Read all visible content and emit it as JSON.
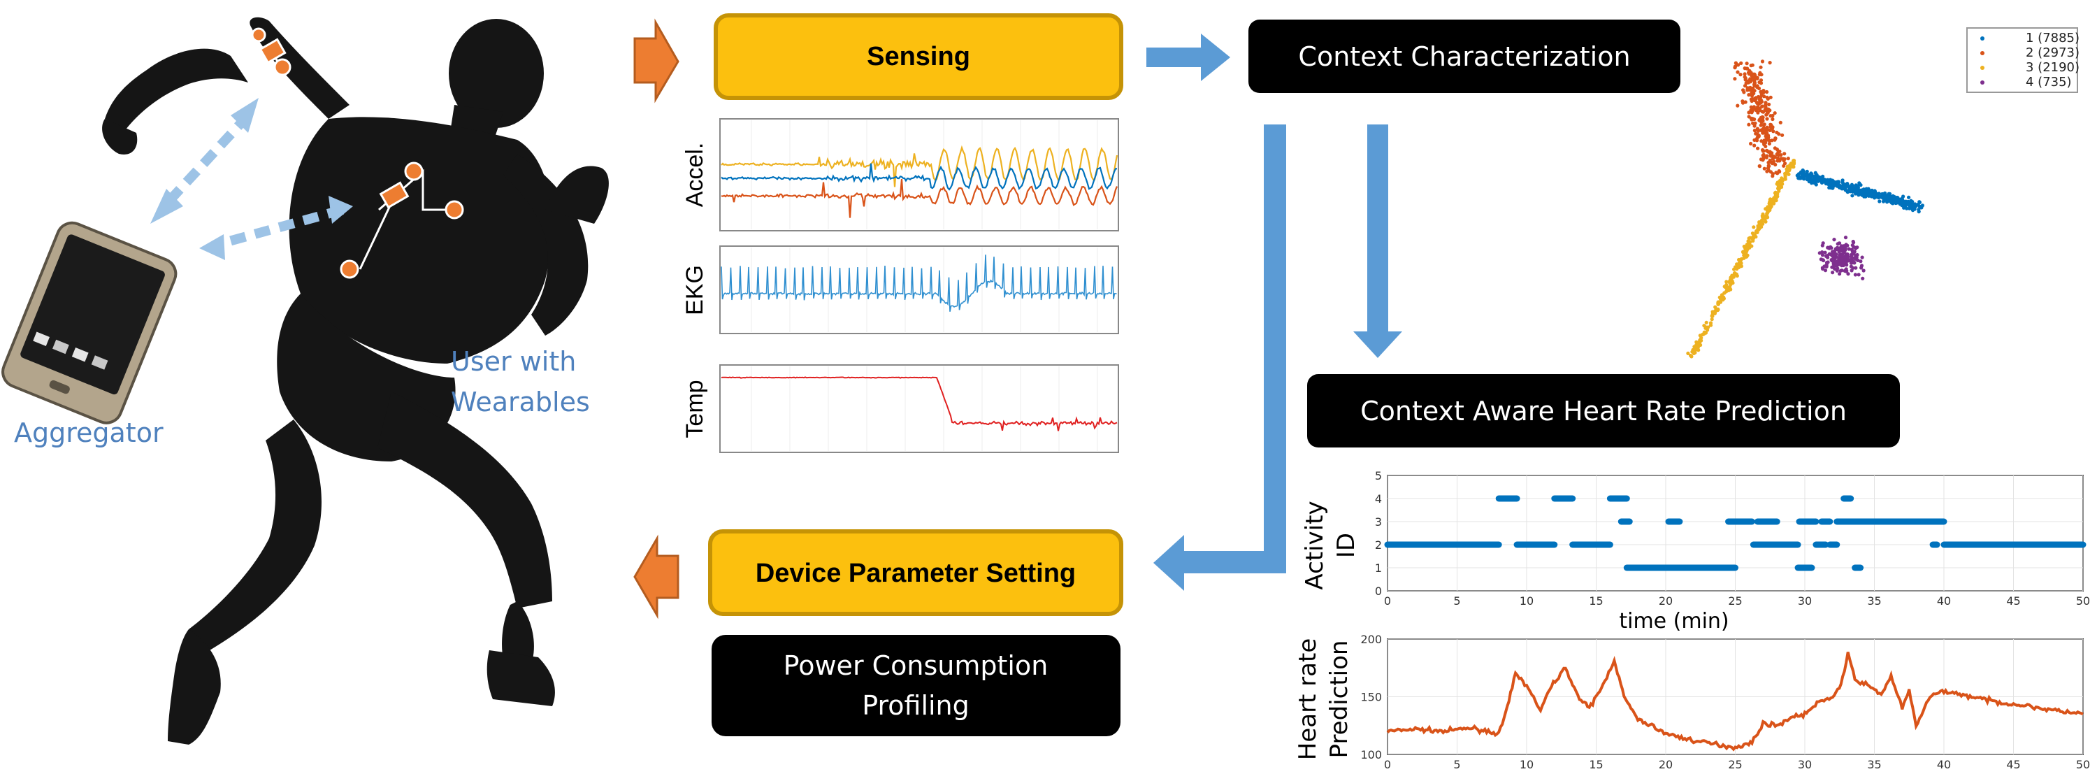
{
  "labels": {
    "sensing": "Sensing",
    "context_characterization": "Context Characterization",
    "context_aware_hr": "Context Aware Heart Rate Prediction",
    "device_parameter": "Device Parameter Setting",
    "power_line1": "Power Consumption",
    "power_line2": "Profiling",
    "aggregator": "Aggregator",
    "user_line1": "User with",
    "user_line2": "Wearables",
    "accel": "Accel.",
    "ekg": "EKG",
    "temp": "Temp"
  },
  "colors": {
    "yellow": "#fcc00e",
    "black": "#000000",
    "arrow_blue": "#5b9bd5",
    "arrow_orange": "#ed7d31",
    "text_blue": "#4f81bd",
    "accel_blue": "#0072bd",
    "accel_orange": "#d95319",
    "accel_yellow": "#edb120",
    "ekg": "#2f8fd0",
    "temp": "#e02020",
    "hr": "#d95319",
    "activity": "#0072bd"
  },
  "icons": [
    "runner-silhouette-icon",
    "smartphone-icon",
    "wearable-sensor-icon"
  ],
  "chart_data": [
    {
      "type": "scatter",
      "name": "cluster-scatter",
      "legend_position": "top-right",
      "series": [
        {
          "name": "1 (7885)",
          "color": "#0072bd"
        },
        {
          "name": "2 (2973)",
          "color": "#d95319"
        },
        {
          "name": "3 (2190)",
          "color": "#edb120"
        },
        {
          "name": "4 (735)",
          "color": "#7e2f8e"
        }
      ]
    },
    {
      "type": "scatter",
      "name": "activity-id",
      "ylabel_line1": "Activity",
      "ylabel_line2": "ID",
      "xlabel": "time (min)",
      "xlim": [
        0,
        50
      ],
      "ylim": [
        0,
        5
      ],
      "xticks": [
        0,
        5,
        10,
        15,
        20,
        25,
        30,
        35,
        40,
        45,
        50
      ],
      "yticks": [
        0,
        1,
        2,
        3,
        4,
        5
      ],
      "segments": [
        {
          "y": 2,
          "x": [
            0,
            8
          ]
        },
        {
          "y": 4,
          "x": [
            8,
            9.3
          ]
        },
        {
          "y": 2,
          "x": [
            9.3,
            12
          ]
        },
        {
          "y": 4,
          "x": [
            12,
            13.3
          ]
        },
        {
          "y": 2,
          "x": [
            13.3,
            16
          ]
        },
        {
          "y": 4,
          "x": [
            16,
            17.2
          ]
        },
        {
          "y": 3,
          "x": [
            16.8,
            17.4
          ]
        },
        {
          "y": 1,
          "x": [
            17.2,
            25
          ]
        },
        {
          "y": 3,
          "x": [
            20.2,
            21
          ]
        },
        {
          "y": 3,
          "x": [
            24.5,
            26.2
          ]
        },
        {
          "y": 2,
          "x": [
            26.3,
            29.5
          ]
        },
        {
          "y": 3,
          "x": [
            26.6,
            28
          ]
        },
        {
          "y": 1,
          "x": [
            29.5,
            30.5
          ]
        },
        {
          "y": 3,
          "x": [
            29.6,
            30.8
          ]
        },
        {
          "y": 3,
          "x": [
            31.2,
            31.8
          ]
        },
        {
          "y": 2,
          "x": [
            30.8,
            31.5
          ]
        },
        {
          "y": 2,
          "x": [
            31.8,
            32.3
          ]
        },
        {
          "y": 3,
          "x": [
            32.3,
            40
          ]
        },
        {
          "y": 4,
          "x": [
            32.8,
            33.3
          ]
        },
        {
          "y": 1,
          "x": [
            33.6,
            34
          ]
        },
        {
          "y": 2,
          "x": [
            39.2,
            39.5
          ]
        },
        {
          "y": 2,
          "x": [
            40,
            50
          ]
        }
      ]
    },
    {
      "type": "line",
      "name": "heart-rate-prediction",
      "ylabel_line1": "Heart  rate",
      "ylabel_line2": "Prediction",
      "xlim": [
        0,
        50
      ],
      "ylim": [
        100,
        200
      ],
      "xticks": [
        0,
        5,
        10,
        15,
        20,
        25,
        30,
        35,
        40,
        45,
        50
      ],
      "yticks": [
        100,
        150,
        200
      ],
      "x": [
        0,
        2,
        4,
        6,
        8,
        8.5,
        9.2,
        10,
        11,
        11.8,
        12.8,
        13.8,
        14.5,
        15.5,
        16.3,
        17,
        18,
        19,
        20,
        22,
        24,
        25,
        25.5,
        26.2,
        27,
        28,
        29,
        30,
        31,
        32,
        32.6,
        33.1,
        33.6,
        34.5,
        35.5,
        36.2,
        37,
        37.5,
        38,
        39,
        40,
        42,
        44,
        46,
        48,
        50
      ],
      "y": [
        120,
        122,
        120,
        123,
        118,
        135,
        170,
        160,
        138,
        160,
        175,
        148,
        140,
        160,
        182,
        150,
        130,
        125,
        118,
        112,
        108,
        106,
        108,
        110,
        127,
        125,
        132,
        135,
        145,
        150,
        160,
        187,
        165,
        160,
        152,
        168,
        140,
        155,
        125,
        150,
        155,
        150,
        145,
        142,
        138,
        135
      ]
    },
    {
      "type": "line",
      "name": "sensing-signals",
      "series": [
        {
          "name": "Accel."
        },
        {
          "name": "EKG"
        },
        {
          "name": "Temp"
        }
      ]
    }
  ]
}
